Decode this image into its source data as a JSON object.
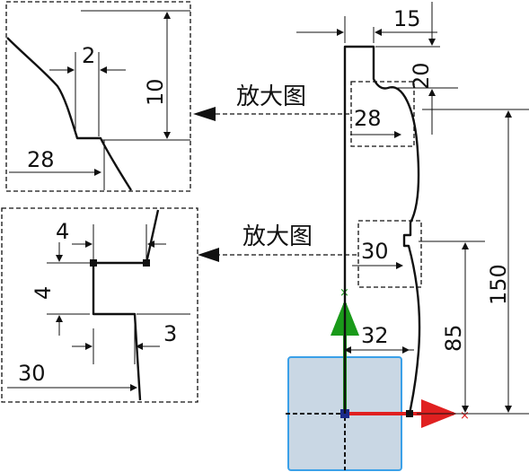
{
  "main_view": {
    "dims": {
      "top_width": "15",
      "top_height": "20",
      "detail1_width": "28",
      "detail2_width": "30",
      "bottom_width": "32",
      "height_85": "85",
      "height_150": "150"
    }
  },
  "callouts": {
    "upper_label": "放大图",
    "lower_label": "放大图"
  },
  "detail_upper": {
    "dim_2": "2",
    "dim_10": "10",
    "dim_28": "28"
  },
  "detail_lower": {
    "dim_4_horizontal": "4",
    "dim_4_vertical": "4",
    "dim_3": "3",
    "dim_30": "30"
  },
  "colors": {
    "axis_x": "#e02020",
    "axis_y": "#1a9a1a",
    "plane_fill": "#c9d7e4",
    "plane_edge": "#3aa0e8",
    "origin": "#1b2a8a"
  }
}
